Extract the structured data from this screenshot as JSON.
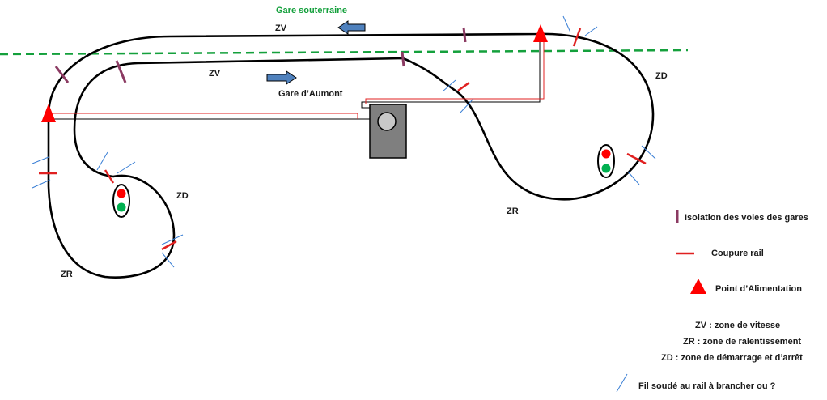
{
  "labels": {
    "gare_souterraine": "Gare souterraine",
    "gare_aumont": "Gare d’Aumont",
    "zv_top": "ZV",
    "zv_mid": "ZV",
    "zd_right": "ZD",
    "zd_left": "ZD",
    "zr_right": "ZR",
    "zr_left": "ZR"
  },
  "legend": {
    "isolation": "Isolation des voies des gares",
    "coupure": "Coupure rail",
    "alimentation": "Point d’Alimentation",
    "zv_def": "ZV : zone de vitesse",
    "zr_def": "ZR : zone de ralentissement",
    "zd_def": "ZD : zone de démarrage et d’arrêt",
    "fil": "Fil soudé au rail à brancher ou ?"
  },
  "colors": {
    "track": "#000000",
    "feed_wire": "#e02020",
    "rail_cut": "#e02020",
    "station_isolation": "#8b3a62",
    "soldered_wire": "#3a7fd5",
    "underground_line": "#14a03c",
    "arrow_fill": "#4f81bd",
    "power_point": "#ff0000",
    "signal_red": "#ff0000",
    "signal_green": "#00b050",
    "controller_box": "#7f7f7f"
  }
}
